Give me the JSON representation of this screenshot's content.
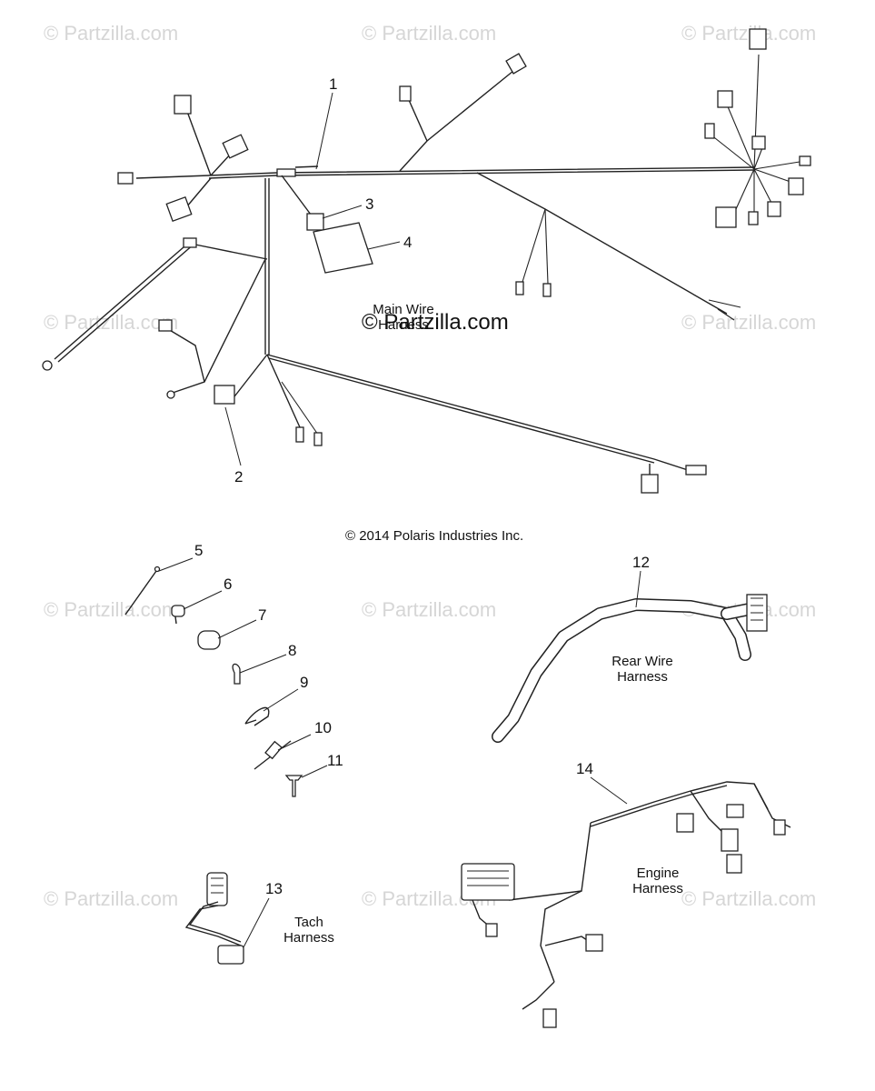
{
  "watermark": "© Partzilla.com",
  "center_watermark": "© Partzilla.com",
  "copyright": "© 2014 Polaris Industries Inc.",
  "callouts": [
    "1",
    "2",
    "3",
    "4",
    "5",
    "6",
    "7",
    "8",
    "9",
    "10",
    "11",
    "12",
    "13",
    "14"
  ],
  "labels": {
    "main": [
      "Main Wire",
      "Harness"
    ],
    "rear": [
      "Rear Wire",
      "Harness"
    ],
    "engine": [
      "Engine",
      "Harness"
    ],
    "tach": [
      "Tach",
      "Harness"
    ]
  }
}
